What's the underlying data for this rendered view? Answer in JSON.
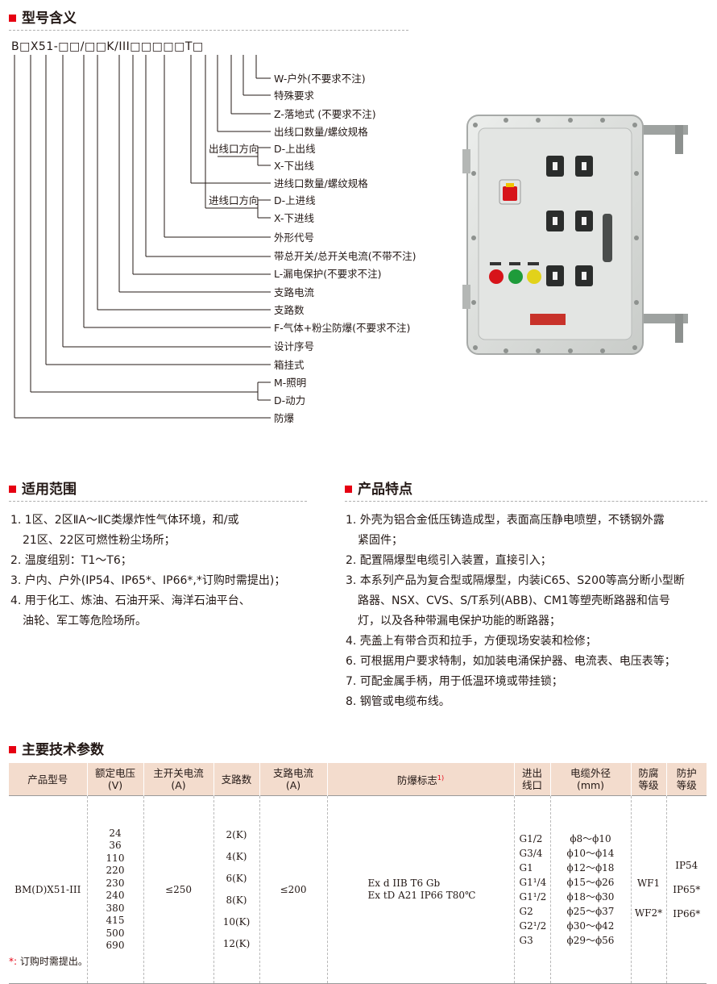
{
  "sections": {
    "model": "型号含义",
    "scope": "适用范围",
    "features": "产品特点",
    "params": "主要技术参数"
  },
  "model_code": "B□X51-□□/□□K/III□□□□□T□",
  "model_labels": [
    "W-户外(不要求不注)",
    "特殊要求",
    "Z-落地式 (不要求不注)",
    "出线口数量/螺纹规格",
    "D-上出线",
    "X-下出线",
    "进线口数量/螺纹规格",
    "D-上进线",
    "X-下进线",
    "外形代号",
    "带总开关/总开关电流(不带不注)",
    "L-漏电保护(不要求不注)",
    "支路电流",
    "支路数",
    "F-气体+粉尘防爆(不要求不注)",
    "设计序号",
    "箱挂式",
    "M-照明",
    "D-动力",
    "防爆"
  ],
  "direction_labels": {
    "outlet": "出线口方向",
    "inlet": "进线口方向"
  },
  "scope_items": [
    [
      "1. 1区、2区ⅡA～ⅡC类爆炸性气体环境，和/或",
      "21区、22区可燃性粉尘场所；"
    ],
    [
      "2. 温度组别：T1～T6；"
    ],
    [
      "3. 户内、户外(IP54、IP65*、IP66*,*订购时需提出)；"
    ],
    [
      "4. 用于化工、炼油、石油开采、海洋石油平台、",
      "油轮、军工等危险场所。"
    ]
  ],
  "feature_items": [
    [
      "1. 外壳为铝合金低压铸造成型，表面高压静电喷塑，不锈钢外露",
      "紧固件；"
    ],
    [
      "2. 配置隔爆型电缆引入装置，直接引入；"
    ],
    [
      "3. 本系列产品为复合型或隔爆型，内装iC65、S200等高分断小型断",
      "路器、NSX、CVS、S/T系列(ABB)、CM1等塑壳断路器和信号",
      "灯，以及各种带漏电保护功能的断路器；"
    ],
    [
      "4. 壳盖上有带合页和拉手，方便现场安装和检修；"
    ],
    [
      "6. 可根据用户要求特制，如加装电涌保护器、电流表、电压表等；"
    ],
    [
      "7. 可配金属手柄，用于低温环境或带挂锁；"
    ],
    [
      "8. 钢管或电缆布线。"
    ]
  ],
  "table": {
    "headers": [
      [
        "产品型号"
      ],
      [
        "额定电压",
        "(V)"
      ],
      [
        "主开关电流",
        "(A)"
      ],
      [
        "支路数"
      ],
      [
        "支路电流",
        "(A)"
      ],
      [
        "防爆标志"
      ],
      [
        "进出",
        "线口"
      ],
      [
        "电缆外径",
        "(mm)"
      ],
      [
        "防腐",
        "等级"
      ],
      [
        "防护",
        "等级"
      ]
    ],
    "ex_sup": "1)",
    "row": {
      "model": "BM(D)X51-III",
      "voltage": [
        "24",
        "36",
        "110",
        "220",
        "230",
        "240",
        "380",
        "415",
        "500",
        "690"
      ],
      "main_current": "≤250",
      "branches": [
        "2(K)",
        "4(K)",
        "6(K)",
        "8(K)",
        "10(K)",
        "12(K)"
      ],
      "branch_current": "≤200",
      "ex_mark": [
        "Ex d IIB T6 Gb",
        "Ex tD A21 IP66 T80℃"
      ],
      "ports": [
        "G1/2",
        "G3/4",
        "G1",
        "G1¹/4",
        "G1¹/2",
        "G2",
        "G2¹/2",
        "G3"
      ],
      "cable": [
        "ϕ8～ϕ10",
        "ϕ10～ϕ14",
        "ϕ12～ϕ18",
        "ϕ15～ϕ26",
        "ϕ18～ϕ30",
        "ϕ25～ϕ37",
        "ϕ30～ϕ42",
        "ϕ29～ϕ56"
      ],
      "anticorrosion": [
        "WF1",
        "WF2*"
      ],
      "protection": [
        "IP54",
        "IP65*",
        "IP66*"
      ]
    }
  },
  "footnote": "订购时需提出。",
  "footnote_star": "*:",
  "colors": {
    "accent": "#e60012",
    "header_bg": "#f3dccd",
    "enclosure": "#d9dbd9"
  }
}
